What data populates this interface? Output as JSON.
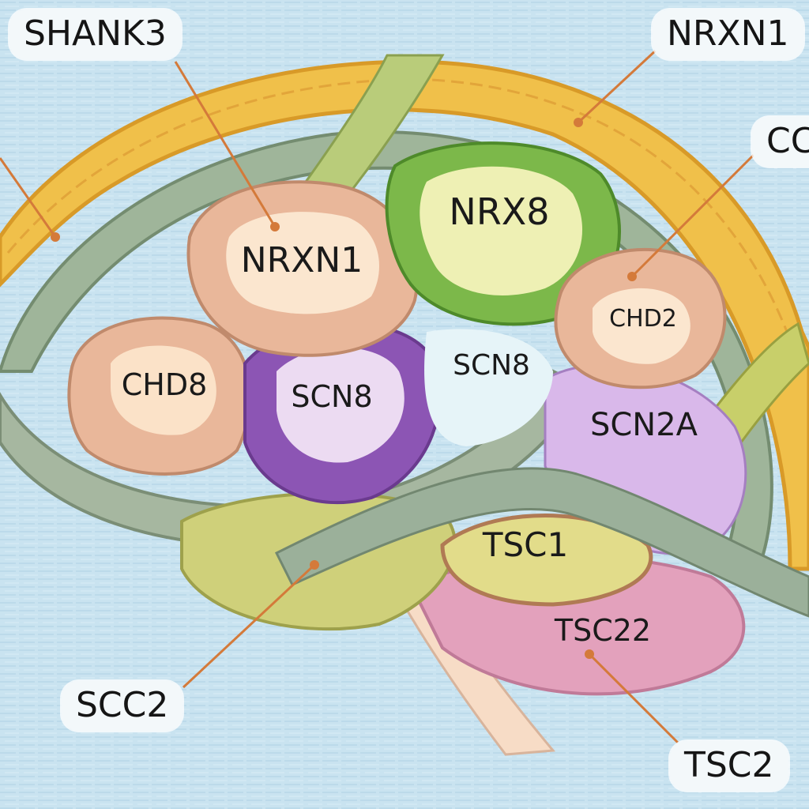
{
  "callouts": {
    "shank3": "SHANK3",
    "nrxn1_top": "NRXN1",
    "partial_right": "CC",
    "scc2": "SCC2",
    "tsc2": "TSC2"
  },
  "regions": {
    "nrxn1": "NRXN1",
    "nrx8": "NRX8",
    "chd2": "CHD2",
    "chd8": "CHD8",
    "scn8_purple": "SCN8",
    "scn8_center": "SCN8",
    "scn2a": "SCN2A",
    "tsc1": "TSC1",
    "tsc22": "TSC22"
  },
  "colors": {
    "background": "#c9e3f0",
    "outer_band": "#f0c04a",
    "tract_gray_green": "#9fb59a",
    "region_peach": "#e9b79a",
    "region_green": "#7cb84a",
    "region_purple": "#8c55b4",
    "region_lavender": "#d9b8ea",
    "region_olive": "#cfd07a",
    "region_pink": "#e3a1bc",
    "leader_line": "#d47a3a"
  }
}
